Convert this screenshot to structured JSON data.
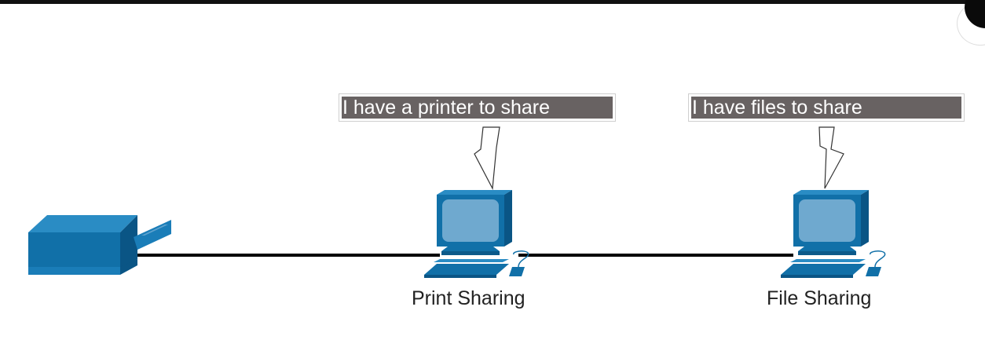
{
  "diagram": {
    "nodes": [
      {
        "id": "printer",
        "kind": "printer",
        "label": ""
      },
      {
        "id": "print-sharing",
        "kind": "computer",
        "label": "Print Sharing"
      },
      {
        "id": "file-sharing",
        "kind": "computer",
        "label": "File Sharing"
      }
    ],
    "callouts": {
      "print": "I have a printer to share",
      "file": "I have files to share"
    },
    "links": [
      {
        "from": "printer",
        "to": "print-sharing"
      },
      {
        "from": "print-sharing",
        "to": "file-sharing"
      }
    ]
  },
  "colors": {
    "device_blue": "#1170a8",
    "device_dark": "#0c5a8a",
    "screen": "#6fa9cf",
    "callout_fill": "#686262",
    "link": "#000000"
  }
}
